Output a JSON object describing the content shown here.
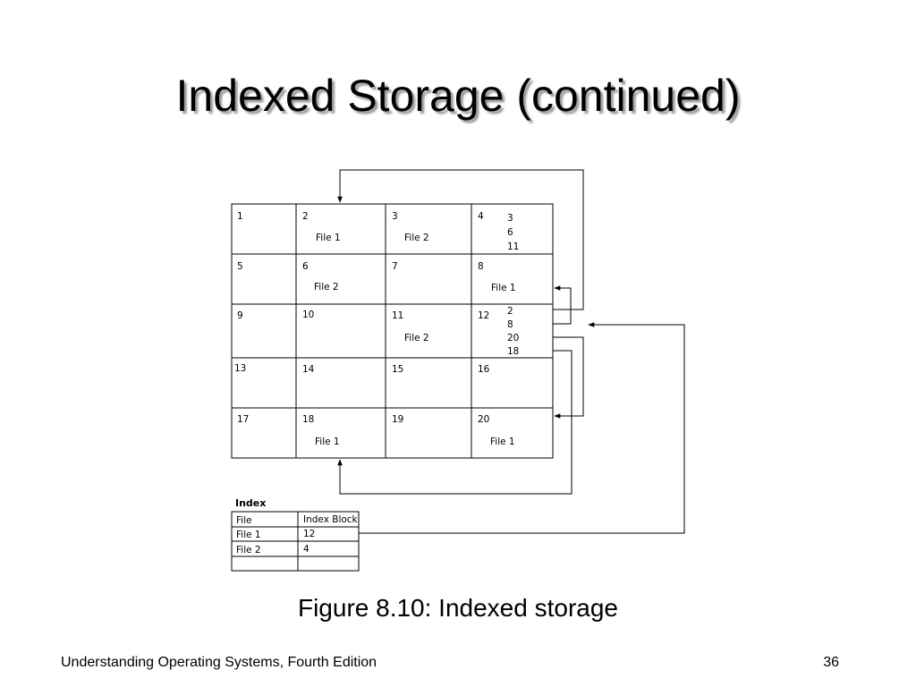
{
  "slide": {
    "title": "Indexed Storage (continued)",
    "caption": "Figure 8.10: Indexed storage",
    "footer_left": "Understanding Operating Systems, Fourth Edition",
    "page_number": "36"
  },
  "grid": {
    "rows": [
      [
        {
          "num": "1",
          "label": "",
          "list": []
        },
        {
          "num": "2",
          "label": "File 1",
          "list": []
        },
        {
          "num": "3",
          "label": "File 2",
          "list": []
        },
        {
          "num": "4",
          "label": "",
          "list": [
            "3",
            "6",
            "11"
          ]
        }
      ],
      [
        {
          "num": "5",
          "label": "",
          "list": []
        },
        {
          "num": "6",
          "label": "File 2",
          "list": []
        },
        {
          "num": "7",
          "label": "",
          "list": []
        },
        {
          "num": "8",
          "label": "File 1",
          "list": []
        }
      ],
      [
        {
          "num": "9",
          "label": "",
          "list": []
        },
        {
          "num": "10",
          "label": "",
          "list": []
        },
        {
          "num": "11",
          "label": "File 2",
          "list": []
        },
        {
          "num": "12",
          "label": "",
          "list": [
            "2",
            "8",
            "20",
            "18"
          ]
        }
      ],
      [
        {
          "num": "13",
          "label": "",
          "list": []
        },
        {
          "num": "14",
          "label": "",
          "list": []
        },
        {
          "num": "15",
          "label": "",
          "list": []
        },
        {
          "num": "16",
          "label": "",
          "list": []
        }
      ],
      [
        {
          "num": "17",
          "label": "",
          "list": []
        },
        {
          "num": "18",
          "label": "File 1",
          "list": []
        },
        {
          "num": "19",
          "label": "",
          "list": []
        },
        {
          "num": "20",
          "label": "File 1",
          "list": []
        }
      ]
    ]
  },
  "index_table": {
    "heading": "Index",
    "columns": [
      "File",
      "Index Block"
    ],
    "rows": [
      [
        "File 1",
        "12"
      ],
      [
        "File 2",
        "4"
      ],
      [
        "",
        ""
      ]
    ]
  }
}
